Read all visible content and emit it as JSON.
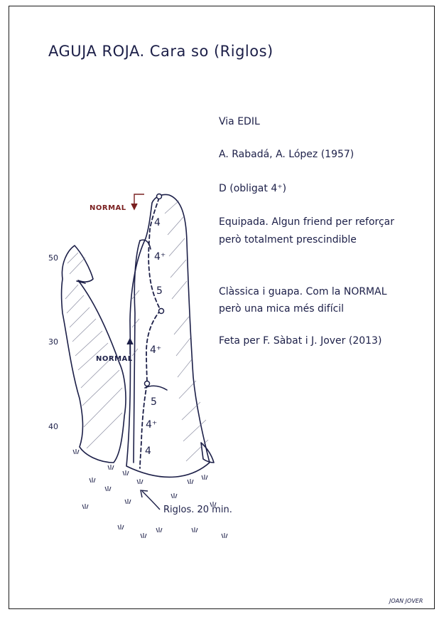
{
  "title": "AGUJA ROJA. Cara so (Riglos)",
  "route": {
    "name": "Via EDIL",
    "authors": "A. Rabadá, A. López (1957)",
    "grade": "D (obligat 4⁺)",
    "equip_line1": "Equipada. Algun friend per reforçar",
    "equip_line2": "però totalment prescindible",
    "desc_line1": "Clàssica i guapa. Com la NORMAL",
    "desc_line2": "però una mica més difícil",
    "credit": "Feta per F. Sàbat i J. Jover (2013)"
  },
  "topo": {
    "normal_top": "NORMAL",
    "normal_mid": "NORMAL",
    "approach": "Riglos. 20 min.",
    "pitch_grades": [
      "4",
      "4⁺",
      "5",
      "4⁺",
      "5",
      "4⁺",
      "4"
    ],
    "pitch_lengths": [
      "50",
      "30",
      "40"
    ]
  },
  "signature": "JOAN JOVER",
  "colors": {
    "ink": "#1c1f48",
    "normal_red": "#7a2020"
  }
}
